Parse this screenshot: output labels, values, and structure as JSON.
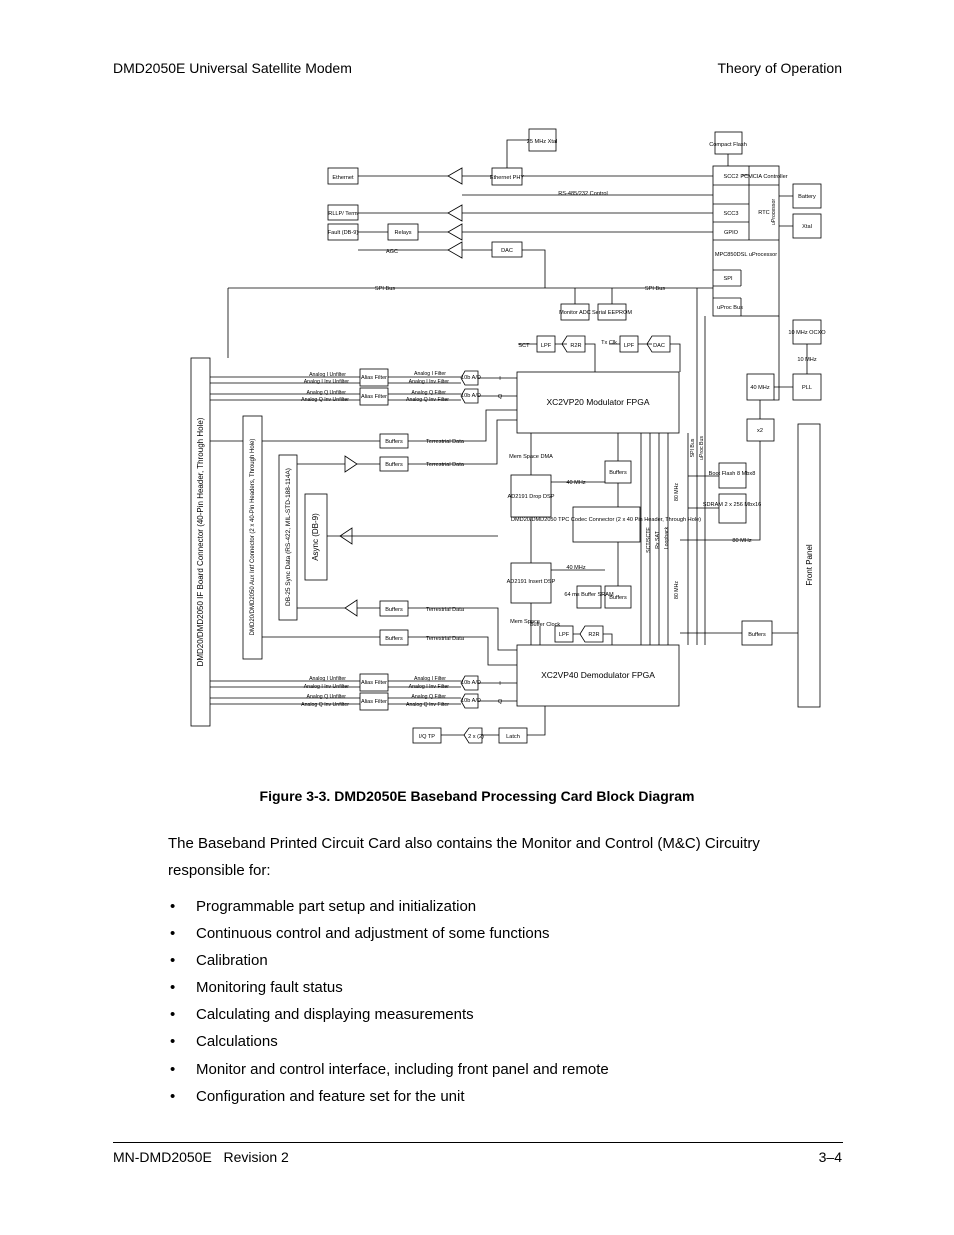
{
  "header": {
    "left": "DMD2050E Universal Satellite Modem",
    "right": "Theory of Operation"
  },
  "diagram": {
    "xtal25": "25 MHz Xtal",
    "compact_flash": "Compact Flash",
    "ethernet": "Ethernet",
    "ethernet_phy": "Ethernet PHY",
    "scc2": "SCC2",
    "pcmcia": "PCMCIA Controller",
    "battery": "Battery",
    "rs485": "RS-485/232 Control",
    "rllp_term": "RLLP/ Term",
    "scc3": "SCC3",
    "rtc": "RTC",
    "uprocessor_side": "uProcessor",
    "xtal": "Xtal",
    "fault": "Fault (DB-9)",
    "relays": "Relays",
    "gpio": "GPIO",
    "agc": "AGC",
    "dac": "DAC",
    "mpc": "MPC850DSL uProcessor",
    "spi": "SPI",
    "spi_bus": "SPI Bus",
    "monitor_adc": "Monitor ADC",
    "serial_eeprom": "Serial EEPROM",
    "uproc_bus": "uProc Bus",
    "ocxo": "10 MHz OCXO",
    "mhz10": "10 MHz",
    "pll": "PLL",
    "mhz40": "40 MHz",
    "x2": "x2",
    "sct": "SCT",
    "lpf": "LPF",
    "r2r": "R2R",
    "tx_clk": "Tx Clk",
    "analog_i_unfilter": "Analog I Unfilter",
    "analog_i_inv_unfilter": "Analog I Inv Unfilter",
    "analog_q_unfilter": "Analog Q Unfilter",
    "analog_q_inv_unfilter": "Analog Q Inv Unfilter",
    "analog_i_filter": "Analog I Filter",
    "analog_i_inv_filter": "Analog I Inv Filter",
    "analog_q_filter": "Analog Q Filter",
    "analog_q_inv_filter": "Analog Q Inv Filter",
    "alias_filter": "Alias Filter",
    "ad10b": "10b A/D",
    "sig_i": "I",
    "sig_q": "Q",
    "mod_fpga": "XC2VP20 Modulator FPGA",
    "demod_fpga": "XC2VP40 Demodulator FPGA",
    "buffers": "Buffers",
    "terrestrial_data": "Terrestrial Data",
    "if_board": "DMD20/DMD2050 IF Board Connector (40-Pin Header, Through Hole)",
    "aux_conn": "DMD20/DMD2050 Aux Intf Connector (2 x 40-Pin Headers, Through Hole)",
    "db25": "DB-25 Sync Data (RS-422, MIL-STD-188-114A)",
    "async": "Async (DB-9)",
    "mem_space_dma": "Mem Space DMA",
    "drop_dsp": "AD2191 Drop DSP",
    "insert_dsp": "AD2191 Insert DSP",
    "mhz40_label": "40 MHz",
    "tpc_codec": "DMD20/DMD2050 TPC Codec Connector (2 x 40 Pin Header, Through Hole)",
    "buffer_sram": "64 ms Buffer SRAM",
    "mem_space": "Mem Space",
    "buffer_clock": "Buffer Clock",
    "spi_bus_v": "SPI Bus",
    "uproc_bus_v": "uProc Bus",
    "boot_flash": "Boot Flash 8 Mbx8",
    "sdram": "SDRAM 2 x 256 Mbx16",
    "mhz80": "80 MHz",
    "sct_scte": "SCT/SCTE",
    "rx_sat": "Rx SAT",
    "loopback": "Loopback",
    "front_panel": "Front Panel",
    "iq_tp": "I/Q TP",
    "latch": "Latch",
    "x2b": "2 x (2)"
  },
  "caption": "Figure 3-3. DMD2050E Baseband Processing Card Block Diagram",
  "intro": "The Baseband Printed Circuit Card also contains the Monitor and Control (M&C) Circuitry responsible for:",
  "bullets": [
    "Programmable part setup and initialization",
    "Continuous control and adjustment of some functions",
    "Calibration",
    "Monitoring fault status",
    "Calculating and displaying measurements",
    "Calculations",
    "Monitor and control interface, including front panel and remote",
    "Configuration and feature set for the unit"
  ],
  "footer": {
    "left": "MN-DMD2050E   Revision 2",
    "right": "3–4"
  }
}
